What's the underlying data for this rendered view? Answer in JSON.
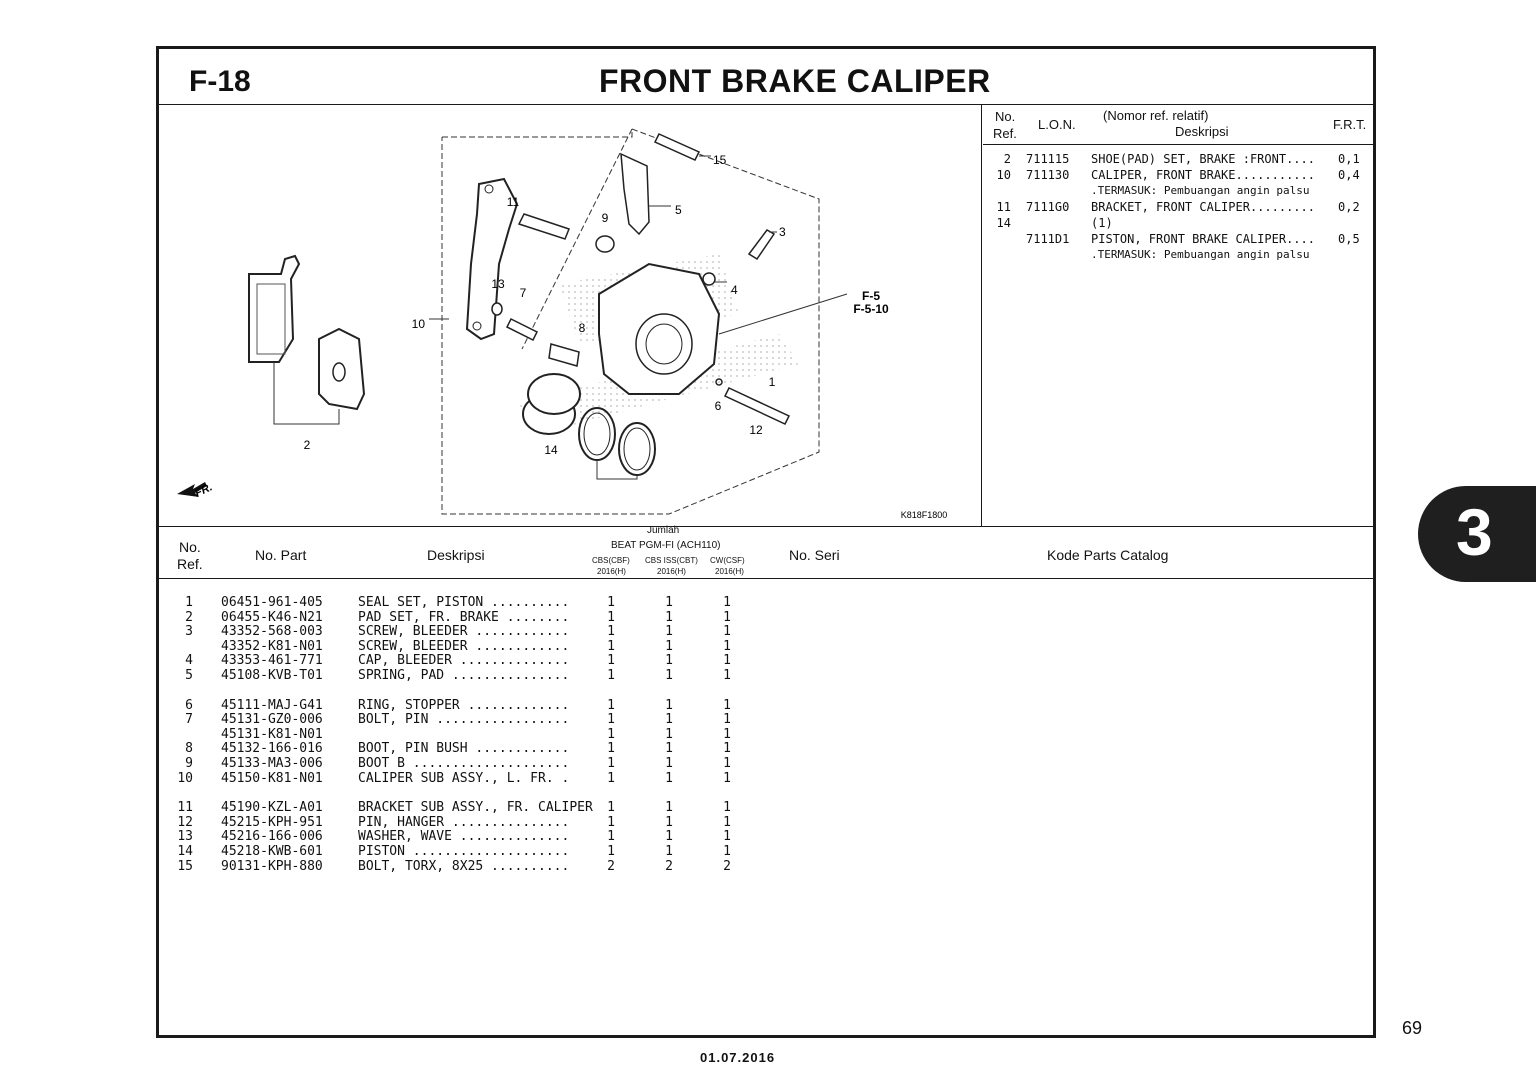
{
  "header": {
    "code": "F-18",
    "title": "FRONT BRAKE CALIPER"
  },
  "diagram": {
    "callouts": [
      "1",
      "2",
      "3",
      "4",
      "5",
      "6",
      "7",
      "8",
      "9",
      "10",
      "11",
      "12",
      "13",
      "14",
      "15"
    ],
    "refs": [
      "F-5",
      "F-5-10"
    ],
    "direction": "FR.",
    "code": "K818F1800"
  },
  "frt": {
    "header": {
      "no": "No.",
      "ref": "Ref.",
      "lon": "L.O.N.",
      "nomor": "(Nomor ref. relatif)",
      "deskripsi": "Deskripsi",
      "frt": "F.R.T."
    },
    "rows": [
      {
        "ref": "2",
        "lon": "711115",
        "desc": "SHOE(PAD) SET, BRAKE :FRONT....",
        "frt": "0,1"
      },
      {
        "ref": "10",
        "lon": "711130",
        "desc": "CALIPER, FRONT BRAKE...........",
        "frt": "0,4"
      },
      {
        "ref": "",
        "lon": "",
        "desc": ".TERMASUK: Pembuangan angin palsu",
        "frt": ""
      },
      {
        "ref": "11",
        "lon": "7111G0",
        "desc": "BRACKET, FRONT CALIPER.........",
        "frt": "0,2"
      },
      {
        "ref": "14",
        "lon": "",
        "desc": "(1)",
        "frt": ""
      },
      {
        "ref": "",
        "lon": "7111D1",
        "desc": "PISTON, FRONT BRAKE CALIPER....",
        "frt": "0,5"
      },
      {
        "ref": "",
        "lon": "",
        "desc": ".TERMASUK: Pembuangan angin palsu",
        "frt": ""
      }
    ]
  },
  "parts": {
    "header": {
      "no": "No.",
      "ref": "Ref.",
      "part": "No. Part",
      "desc": "Deskripsi",
      "jumlah": "Jumlah",
      "model": "BEAT PGM-FI (ACH110)",
      "col1": "CBS(CBF)",
      "col2": "CBS ISS(CBT)",
      "col3": "CW(CSF)",
      "year1": "2016(H)",
      "year2": "2016(H)",
      "year3": "2016(H)",
      "seri": "No. Seri",
      "catalog": "Kode Parts Catalog"
    },
    "rows": [
      {
        "ref": "1",
        "part": "06451-961-405",
        "desc": "SEAL SET, PISTON ..........",
        "q": [
          "1",
          "1",
          "1"
        ]
      },
      {
        "ref": "2",
        "part": "06455-K46-N21",
        "desc": "PAD SET, FR. BRAKE ........",
        "q": [
          "1",
          "1",
          "1"
        ]
      },
      {
        "ref": "3",
        "part": "43352-568-003",
        "desc": "SCREW, BLEEDER ............",
        "q": [
          "1",
          "1",
          "1"
        ]
      },
      {
        "ref": "",
        "part": "43352-K81-N01",
        "desc": "SCREW, BLEEDER ............",
        "q": [
          "1",
          "1",
          "1"
        ]
      },
      {
        "ref": "4",
        "part": "43353-461-771",
        "desc": "CAP, BLEEDER ..............",
        "q": [
          "1",
          "1",
          "1"
        ]
      },
      {
        "ref": "5",
        "part": "45108-KVB-T01",
        "desc": "SPRING, PAD ...............",
        "q": [
          "1",
          "1",
          "1"
        ]
      },
      {
        "ref": "6",
        "part": "45111-MAJ-G41",
        "desc": "RING, STOPPER .............",
        "q": [
          "1",
          "1",
          "1"
        ]
      },
      {
        "ref": "7",
        "part": "45131-GZ0-006",
        "desc": "BOLT, PIN .................",
        "q": [
          "1",
          "1",
          "1"
        ]
      },
      {
        "ref": "",
        "part": "45131-K81-N01",
        "desc": "",
        "q": [
          "1",
          "1",
          "1"
        ]
      },
      {
        "ref": "8",
        "part": "45132-166-016",
        "desc": "BOOT, PIN BUSH ............",
        "q": [
          "1",
          "1",
          "1"
        ]
      },
      {
        "ref": "9",
        "part": "45133-MA3-006",
        "desc": "BOOT B ....................",
        "q": [
          "1",
          "1",
          "1"
        ]
      },
      {
        "ref": "10",
        "part": "45150-K81-N01",
        "desc": "CALIPER SUB ASSY., L. FR. .",
        "q": [
          "1",
          "1",
          "1"
        ]
      },
      {
        "ref": "11",
        "part": "45190-KZL-A01",
        "desc": "BRACKET SUB ASSY., FR. CALIPER",
        "q": [
          "1",
          "1",
          "1"
        ]
      },
      {
        "ref": "12",
        "part": "45215-KPH-951",
        "desc": "PIN, HANGER ...............",
        "q": [
          "1",
          "1",
          "1"
        ]
      },
      {
        "ref": "13",
        "part": "45216-166-006",
        "desc": "WASHER, WAVE ..............",
        "q": [
          "1",
          "1",
          "1"
        ]
      },
      {
        "ref": "14",
        "part": "45218-KWB-601",
        "desc": "PISTON ....................",
        "q": [
          "1",
          "1",
          "1"
        ]
      },
      {
        "ref": "15",
        "part": "90131-KPH-880",
        "desc": "BOLT, TORX, 8X25 ..........",
        "q": [
          "2",
          "2",
          "2"
        ]
      }
    ]
  },
  "footer": {
    "date": "01.07.2016",
    "page": "69",
    "chapter": "3"
  }
}
